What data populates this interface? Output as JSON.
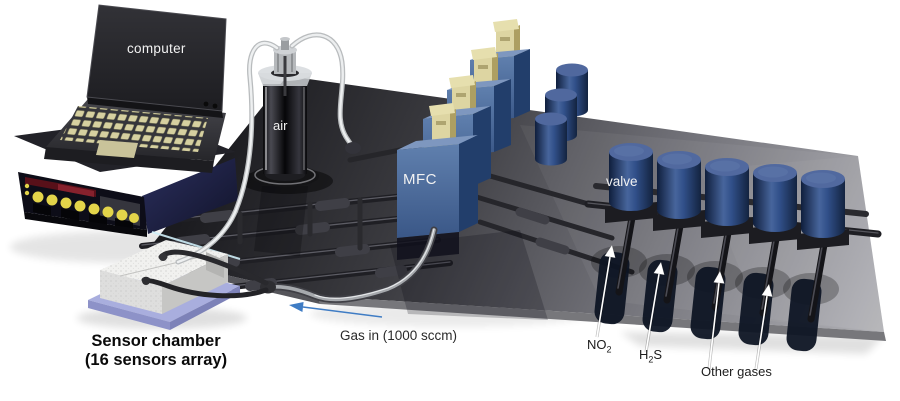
{
  "labels": {
    "computer": "computer",
    "air": "air",
    "mfc": "MFC",
    "valve": "valve",
    "gas_in": "Gas in (1000 sccm)",
    "no2_base": "NO",
    "no2_sub": "2",
    "h2s_part1": "H",
    "h2s_sub": "2",
    "h2s_part2": "S",
    "other_gases": "Other gases",
    "sensor_chamber_line1": "Sensor chamber",
    "sensor_chamber_line2": "(16 sensors array)"
  },
  "components": {
    "mfc_count": 4,
    "front_valve_count": 5,
    "rear_valve_count": 3,
    "gas_arrow_count": 4,
    "sensor_count": 16
  },
  "colors": {
    "background": "#ffffff",
    "platform_dark": "#1b1b1f",
    "platform_light": "#b5b5ba",
    "mfc_blue": "#4a6aa0",
    "valve_blue": "#3c5a90",
    "brass_fitting": "#d9d19c",
    "keyboard_keys": "#d6d0a0",
    "connector_yellow": "#e3d44a",
    "chamber_base_lavender": "#a9aede",
    "flow_arrow_blue": "#3f7cc4",
    "gas_arrow_white": "#ffffff",
    "label_dark": "#1c1c1c"
  }
}
